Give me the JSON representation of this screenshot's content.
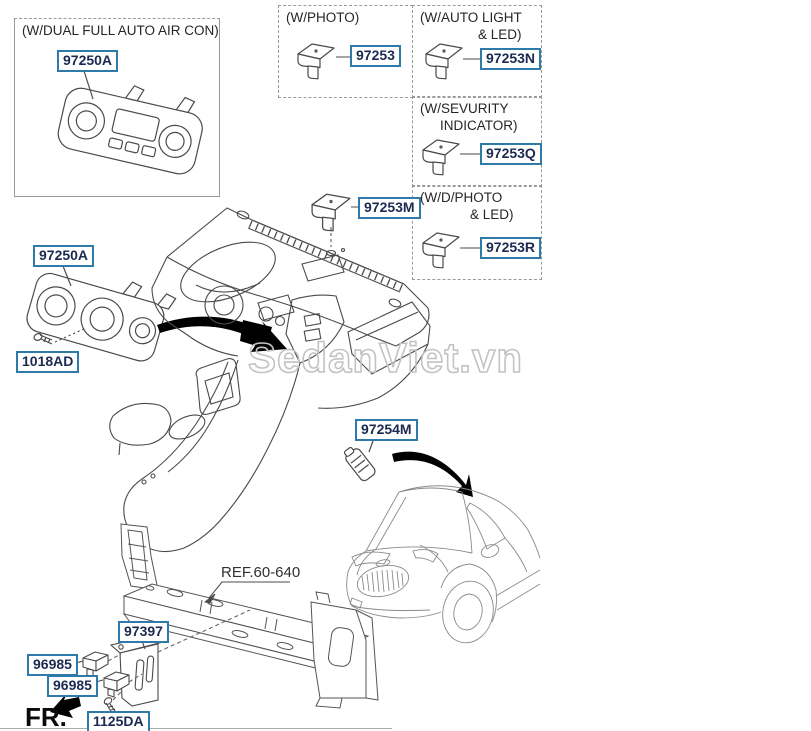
{
  "watermark": {
    "text": "SedanViet.vn",
    "color": "#c3c3c3"
  },
  "fr": {
    "label": "FR."
  },
  "ref": {
    "label": "REF.60-640"
  },
  "option_boxes": [
    {
      "id": "dual-full-auto-air-con",
      "caption_lines": [
        "(W/DUAL FULL AUTO AIR CON)"
      ],
      "part": "97250A"
    },
    {
      "id": "photo",
      "caption_lines": [
        "(W/PHOTO)"
      ],
      "part": "97253"
    },
    {
      "id": "auto-light-led",
      "caption_lines": [
        "(W/AUTO LIGHT",
        "& LED)"
      ],
      "part": "97253N"
    },
    {
      "id": "security-indicator",
      "caption_lines": [
        "(W/SEVURITY",
        "INDICATOR)"
      ],
      "part": "97253Q"
    },
    {
      "id": "d-photo-led",
      "caption_lines": [
        "(W/D/PHOTO",
        "& LED)"
      ],
      "part": "97253R"
    }
  ],
  "part_labels": {
    "heater_control_auto": "97250A",
    "photo_sensor": "97253",
    "photo_sensor_auto_light": "97253N",
    "photo_sensor_security": "97253Q",
    "photo_sensor_d_photo": "97253R",
    "photo_sensor_main": "97253M",
    "heater_control_manual": "97250A",
    "screw_heater_control": "1018AD",
    "auto_defog_sensor": "97254M",
    "sensor_bracket": "97397",
    "ambient_sensor_1": "96985",
    "ambient_sensor_2": "96985",
    "screw_bracket": "1125DA"
  },
  "colors": {
    "label_border": "#2e7aa8",
    "label_text": "#1c2a52",
    "caption_text": "#262626",
    "line_art": "#4a4a4a",
    "watermark": "#c3c3c3"
  }
}
